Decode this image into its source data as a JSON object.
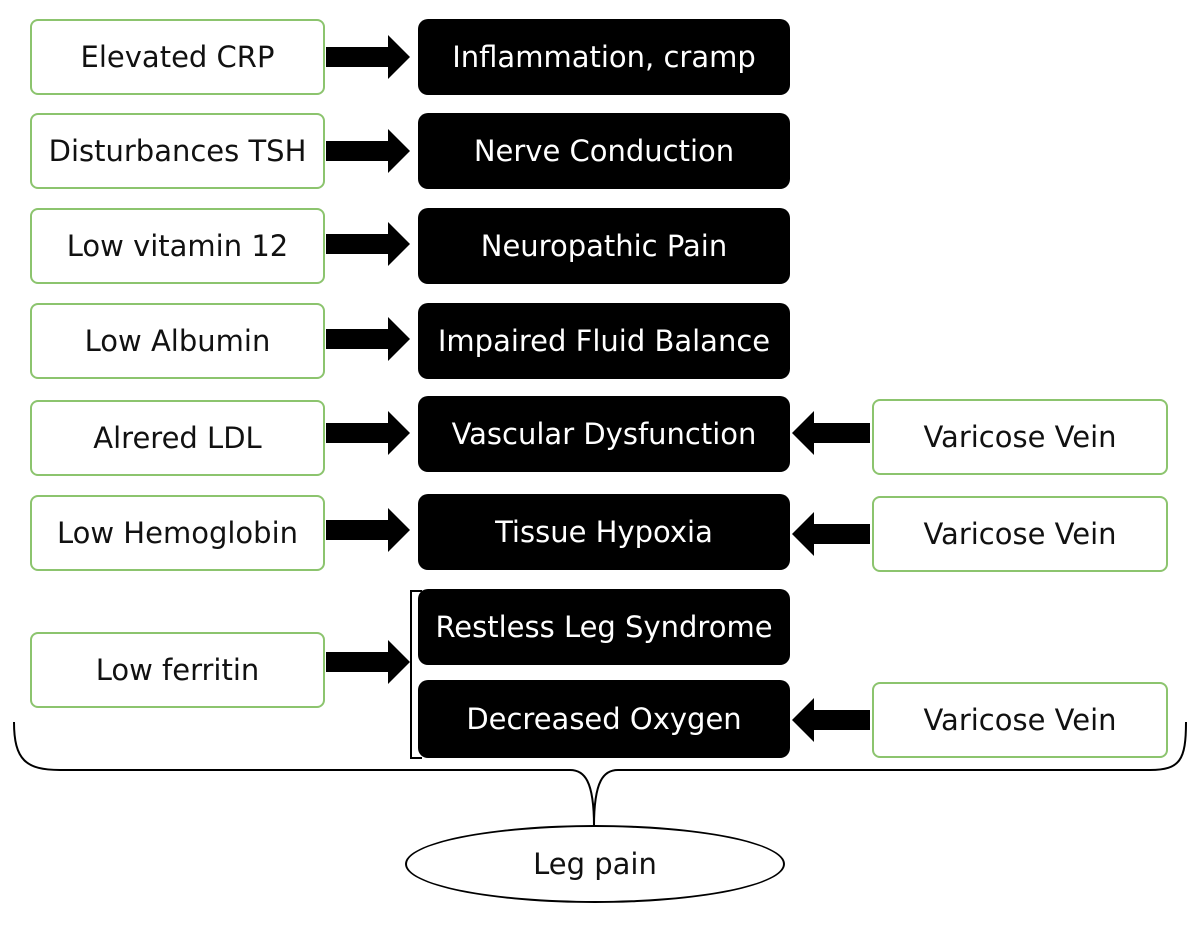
{
  "causes": [
    "Elevated CRP",
    "Disturbances TSH",
    "Low vitamin 12",
    "Low Albumin",
    "Alrered LDL",
    "Low Hemoglobin",
    "Low ferritin"
  ],
  "effects": [
    "Inflammation, cramp",
    "Nerve Conduction",
    "Neuropathic Pain",
    "Impaired Fluid Balance",
    "Vascular Dysfunction",
    "Tissue Hypoxia",
    "Restless Leg Syndrome",
    "Decreased Oxygen"
  ],
  "side_factors": [
    "Varicose Vein",
    "Varicose Vein",
    "Varicose Vein"
  ],
  "outcome": "Leg pain",
  "colors": {
    "cause_border": "#8cc46e",
    "effect_fill": "#000000",
    "arrow": "#000000"
  }
}
